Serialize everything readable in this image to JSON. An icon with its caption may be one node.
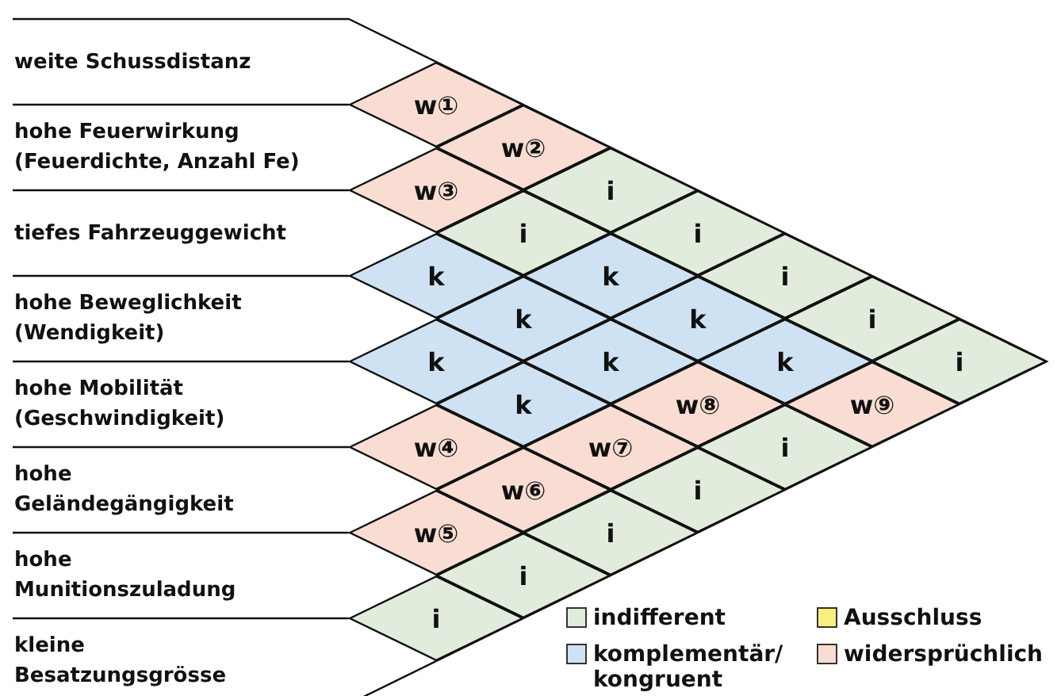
{
  "diagram": {
    "nodes": [
      {
        "text": [
          "w①"
        ]
      },
      {
        "text": [
          "w②"
        ]
      },
      {
        "text": [
          "w③"
        ]
      },
      {
        "text": [
          "i"
        ]
      },
      {
        "text": [
          "i"
        ]
      },
      {
        "text": [
          "i"
        ]
      },
      {
        "text": [
          "k"
        ]
      },
      {
        "text": [
          "k"
        ]
      },
      {
        "text": [
          "i"
        ]
      },
      {
        "text": [
          "k"
        ]
      },
      {
        "text": [
          "k"
        ]
      },
      {
        "text": [
          "i"
        ]
      },
      {
        "text": [
          "k"
        ]
      },
      {
        "text": [
          "k"
        ]
      },
      {
        "text": [
          "k"
        ]
      },
      {
        "text": [
          "i"
        ]
      },
      {
        "text": [
          "k"
        ]
      },
      {
        "text": [
          "w⑧"
        ]
      },
      {
        "text": [
          "w⑨"
        ]
      },
      {
        "text": [
          "w④"
        ]
      },
      {
        "text": [
          "w⑦"
        ]
      },
      {
        "text": [
          "i"
        ]
      },
      {
        "text": [
          "w⑥"
        ]
      },
      {
        "text": [
          "i"
        ]
      },
      {
        "text": [
          "w⑤"
        ]
      },
      {
        "text": [
          "i"
        ]
      },
      {
        "text": [
          "i"
        ]
      },
      {
        "text": [
          "i"
        ]
      }
    ],
    "labels": [
      "weite Schussdistanz",
      "hohe Feuerwirkung (Feuerdichte, Anzahl Fe)",
      "tiefes Fahrzeuggewicht",
      "hohe Beweglichkeit (Wendigkeit)",
      "hohe Mobilität (Geschwindigkeit)",
      "hohe Geländegängigkeit",
      "hohe Munitionszuladung",
      "kleine Besatzungsgrösse"
    ],
    "legend": [
      {
        "text": "indifferent",
        "color": "#e2ecdc"
      },
      {
        "text": "Ausschluss",
        "color": "#f9ee7e"
      },
      {
        "text": "komplementär/ kongruent",
        "color": "#cfe2f3"
      },
      {
        "text": "widersprüchlich",
        "color": "#f9ddd3"
      }
    ]
  }
}
